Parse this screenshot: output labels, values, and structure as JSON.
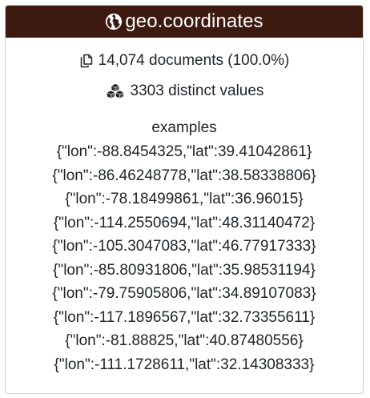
{
  "header": {
    "title": "geo.coordinates",
    "icon": "globe-icon",
    "background_color": "#3d1a10"
  },
  "stats": {
    "documents": "14,074 documents (100.0%)",
    "documents_icon": "documents-icon",
    "distinct": "3303 distinct values",
    "distinct_icon": "cubes-icon"
  },
  "examples": {
    "title": "examples",
    "items": [
      "{\"lon\":-88.8454325,\"lat\":39.41042861}",
      "{\"lon\":-86.46248778,\"lat\":38.58338806}",
      "{\"lon\":-78.18499861,\"lat\":36.96015}",
      "{\"lon\":-114.2550694,\"lat\":48.31140472}",
      "{\"lon\":-105.3047083,\"lat\":46.77917333}",
      "{\"lon\":-85.80931806,\"lat\":35.98531194}",
      "{\"lon\":-79.75905806,\"lat\":34.89107083}",
      "{\"lon\":-117.1896567,\"lat\":32.73355611}",
      "{\"lon\":-81.88825,\"lat\":40.87480556}",
      "{\"lon\":-111.1728611,\"lat\":32.14308333}"
    ]
  }
}
